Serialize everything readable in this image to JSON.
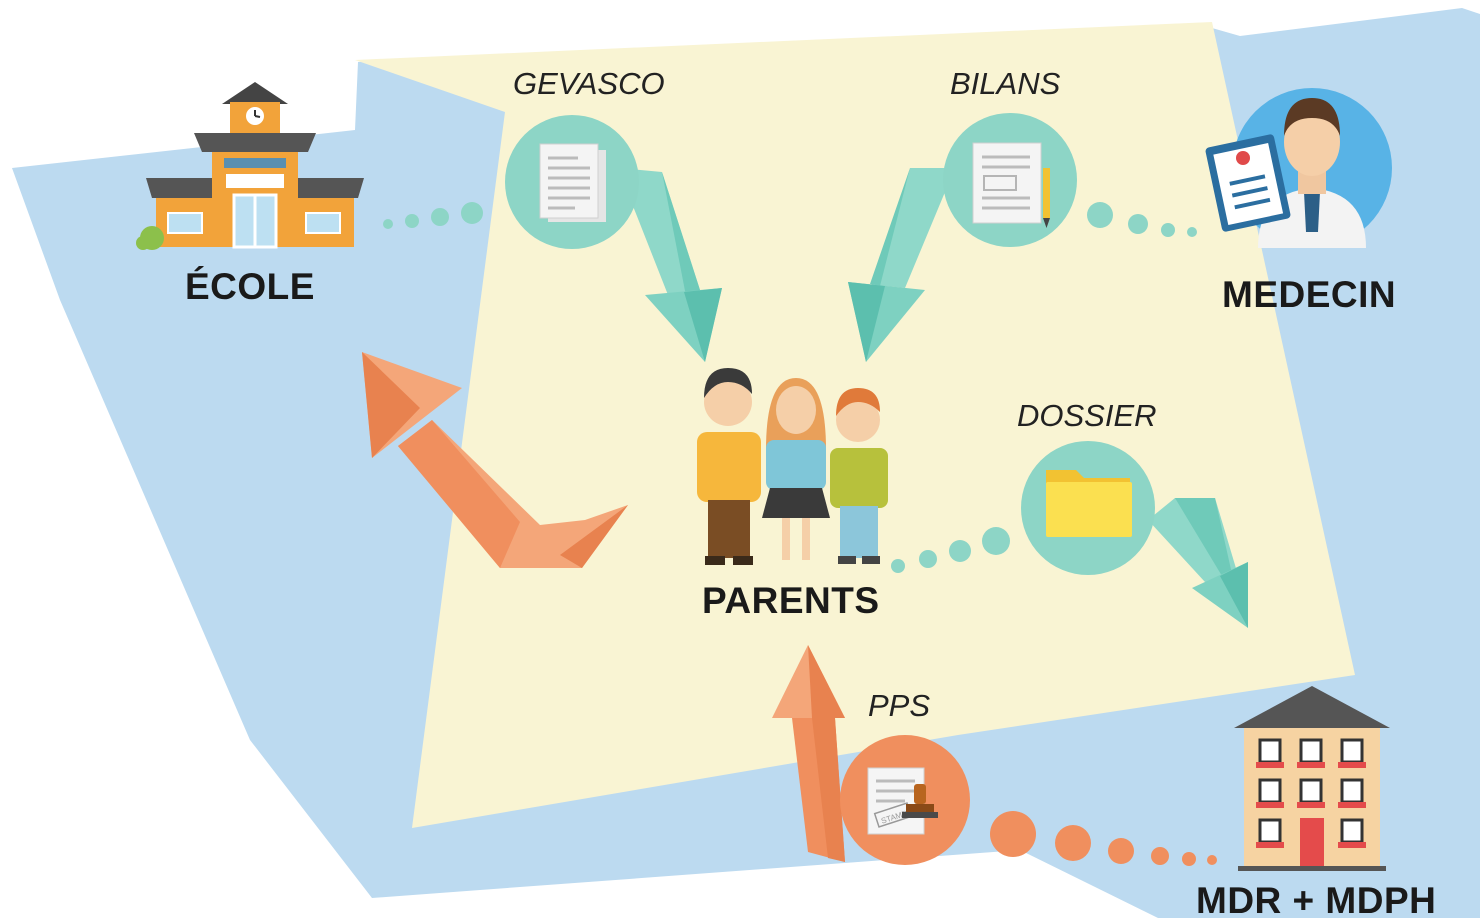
{
  "actors": {
    "ecole": "ÉCOLE",
    "medecin": "MEDECIN",
    "parents": "PARENTS",
    "mdr_mdph": "MDR + MDPH"
  },
  "documents": {
    "gevasco": "GEVASCO",
    "bilans": "BILANS",
    "dossier": "DOSSIER",
    "pps": "PPS"
  },
  "stamp_text": "STAMP",
  "colors": {
    "background_shape": "#bcdaf0",
    "center_panel": "#f9f4d3",
    "teal_circle": "#8dd5c6",
    "teal_arrow": "#6fcab9",
    "orange": "#f08f5e",
    "building_orange": "#f2a33a",
    "doctor_circle": "#58b3e6",
    "text": "#1a1a1a"
  }
}
